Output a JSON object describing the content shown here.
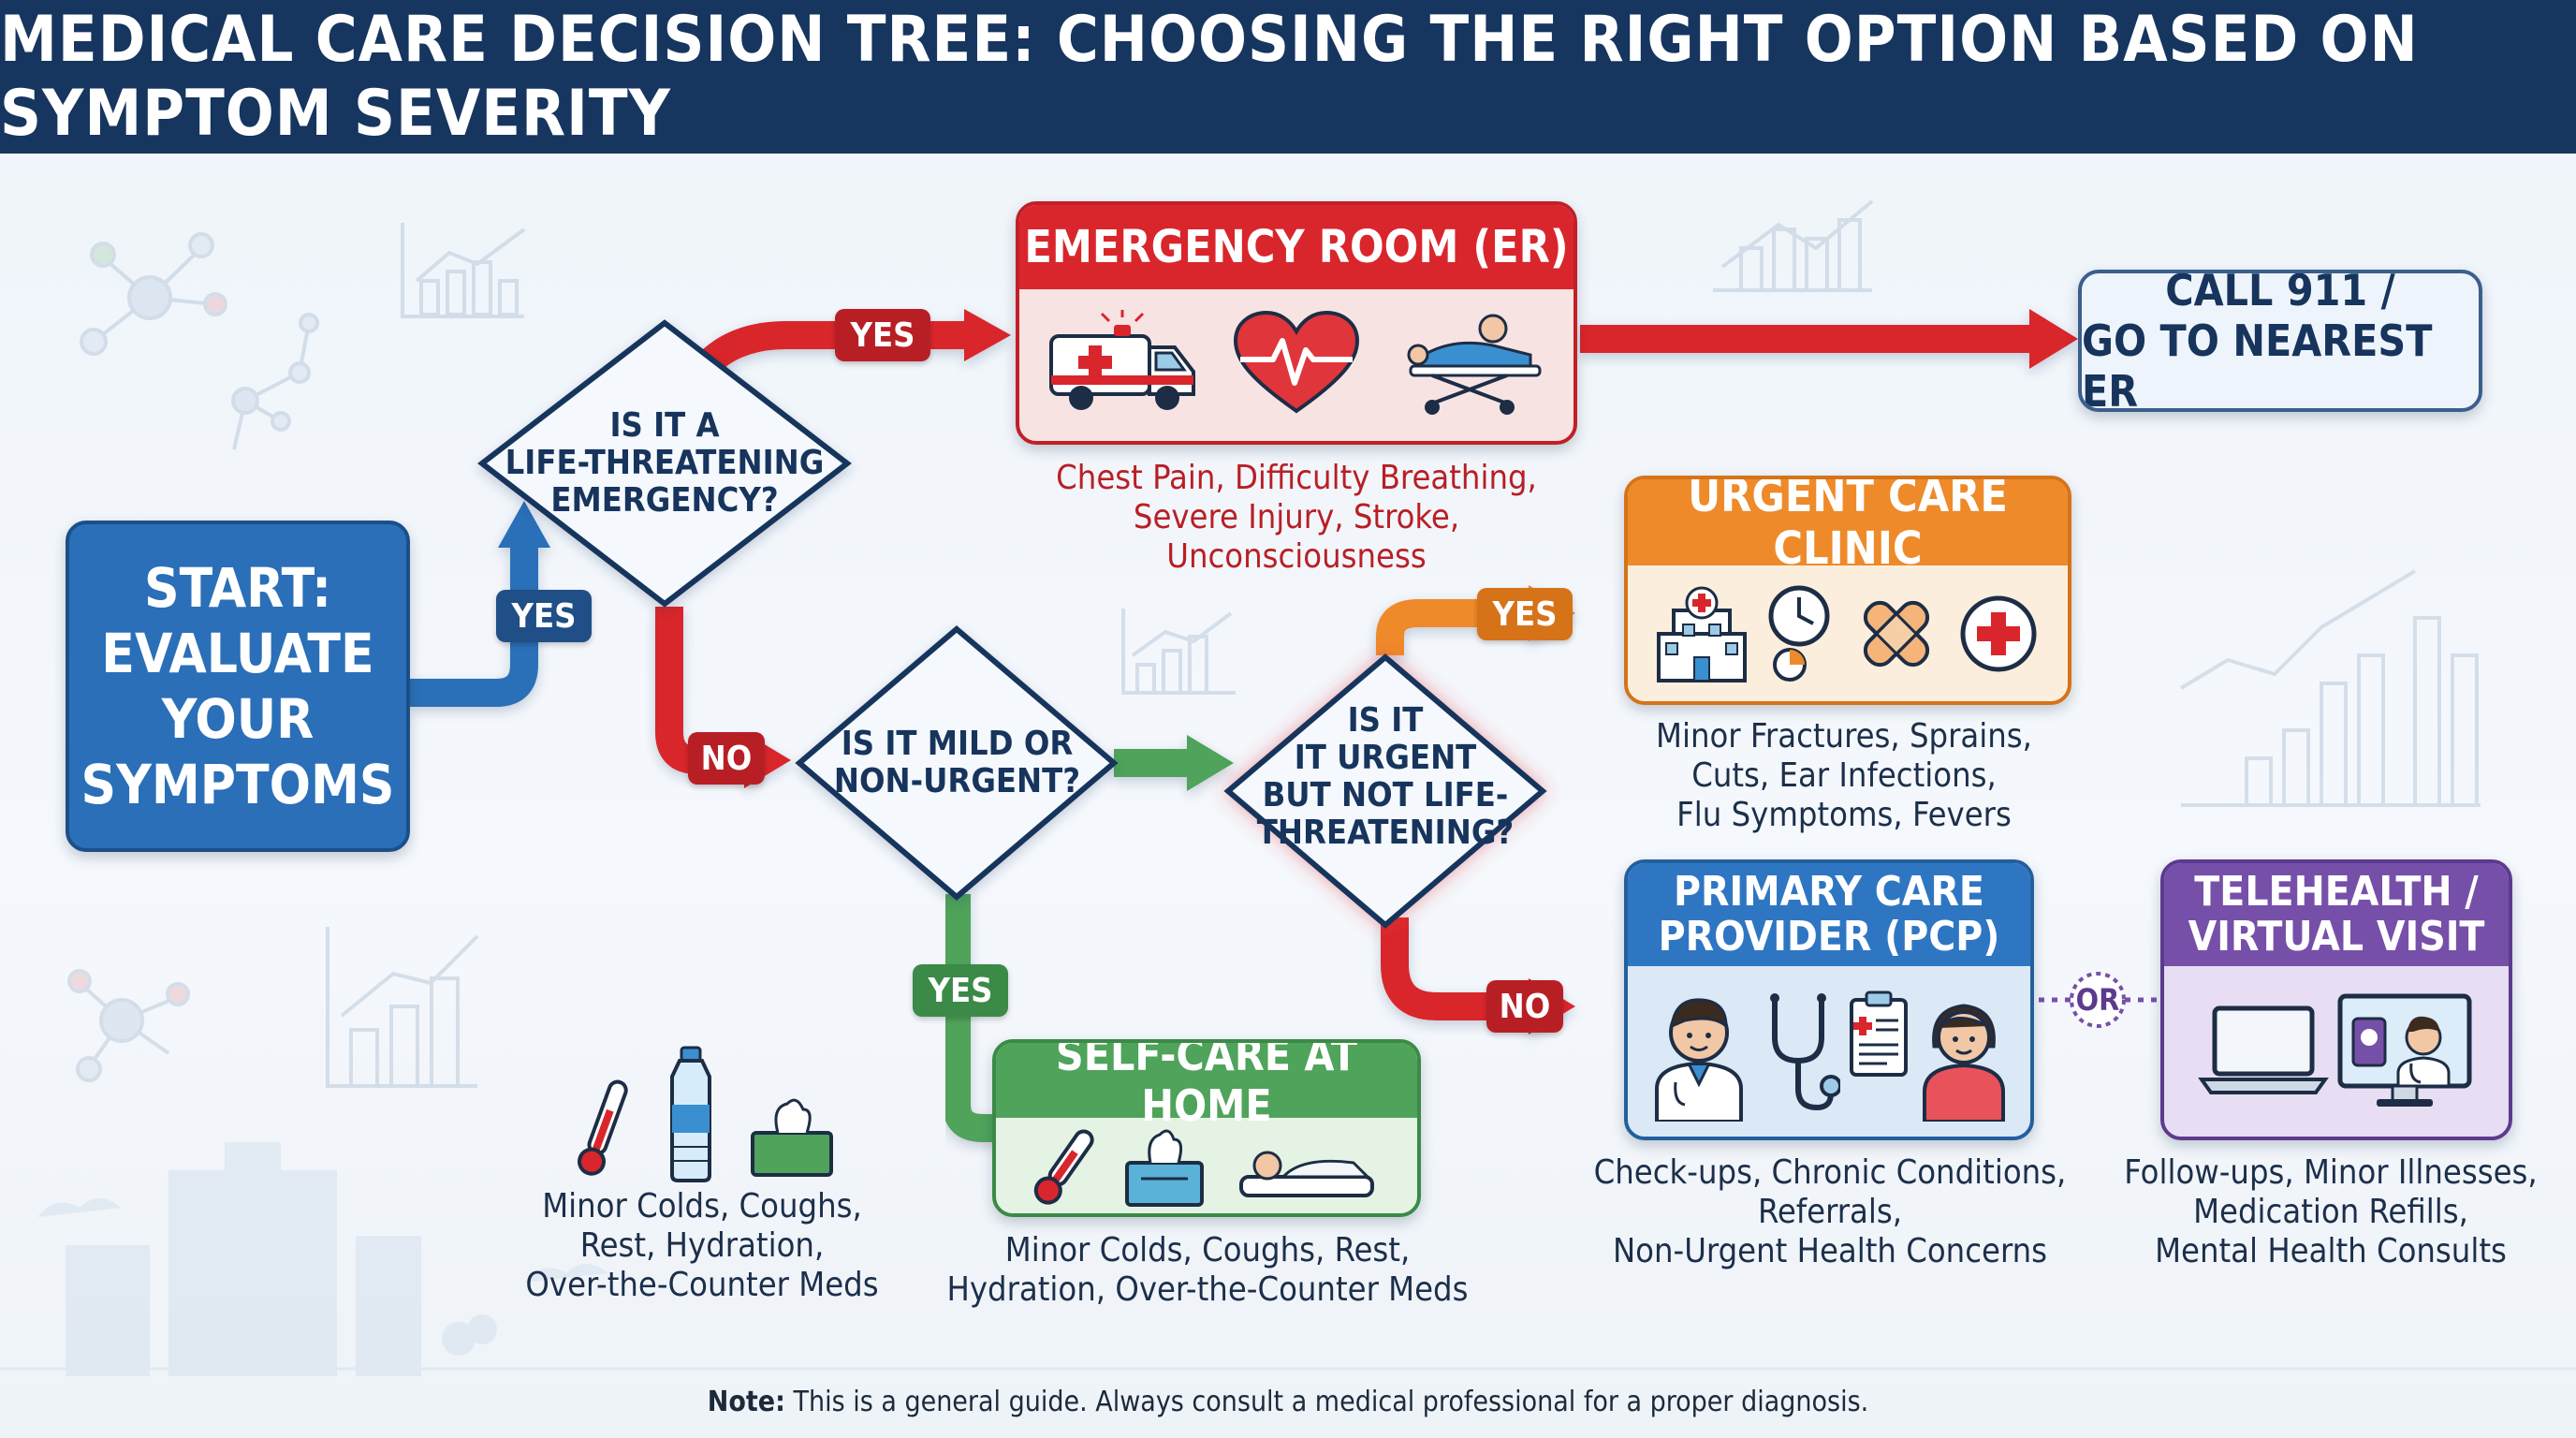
{
  "title": "MEDICAL CARE DECISION TREE: CHOOSING THE RIGHT OPTION BASED ON SYMPTOM SEVERITY",
  "start": {
    "lines": [
      "START:",
      "EVALUATE",
      "YOUR",
      "SYMPTOMS"
    ]
  },
  "questions": {
    "life_threatening": [
      "IS IT A",
      "LIFE-THREATENING",
      "EMERGENCY?"
    ],
    "mild": [
      "IS IT MILD OR",
      "NON-URGENT?"
    ],
    "urgent": [
      "IS IT",
      "IT URGENT",
      "BUT NOT LIFE-",
      "THREATENING?"
    ]
  },
  "labels": {
    "yes": "YES",
    "no": "NO",
    "or": "OR"
  },
  "er": {
    "title": "EMERGENCY ROOM (ER)",
    "conditions": [
      "Chest Pain, Difficulty Breathing,",
      "Severe Injury, Stroke,",
      "Unconsciousness"
    ]
  },
  "call911": {
    "lines": [
      "CALL 911 /",
      "GO TO NEAREST ER"
    ]
  },
  "urgent_care": {
    "title": "URGENT CARE CLINIC",
    "conditions": [
      "Minor Fractures, Sprains,",
      "Cuts, Ear Infections,",
      "Flu Symptoms, Fevers"
    ]
  },
  "self_care": {
    "title": "SELF-CARE AT HOME",
    "conditions": [
      "Minor Colds, Coughs, Rest,",
      "Hydration, Over-the-Counter Meds"
    ]
  },
  "left_conditions": [
    "Minor Colds, Coughs,",
    "Rest, Hydration,",
    "Over-the-Counter Meds"
  ],
  "pcp": {
    "title_lines": [
      "PRIMARY CARE",
      "PROVIDER (PCP)"
    ],
    "conditions": [
      "Check-ups, Chronic Conditions,",
      "Referrals,",
      "Non-Urgent Health Concerns"
    ]
  },
  "telehealth": {
    "title_lines": [
      "TELEHEALTH /",
      "VIRTUAL VISIT"
    ],
    "conditions": [
      "Follow-ups, Minor Illnesses,",
      "Medication Refills,",
      "Mental Health Consults"
    ]
  },
  "note": {
    "label": "Note:",
    "text": " This is a general guide. Always consult a medical professional for a proper diagnosis."
  },
  "colors": {
    "navy": "#16355f",
    "start_blue": "#2a6fb8",
    "er_red": "#d9262c",
    "urgent_orange": "#ee8a2a",
    "selfcare_green": "#4fa35a",
    "pcp_blue": "#2f76c2",
    "telehealth_purple": "#7650a8"
  },
  "icons": {
    "er": [
      "ambulance-icon",
      "heart-pulse-icon",
      "stretcher-patient-icon"
    ],
    "urgent_care": [
      "hospital-building-icon",
      "clock-icon",
      "bandage-icon",
      "medical-cross-icon"
    ],
    "self_care": [
      "thermometer-icon",
      "tissue-box-icon",
      "resting-person-icon"
    ],
    "pcp": [
      "doctor-icon",
      "stethoscope-icon",
      "clipboard-icon",
      "patient-icon"
    ],
    "telehealth": [
      "laptop-icon",
      "video-call-doctor-icon"
    ]
  }
}
